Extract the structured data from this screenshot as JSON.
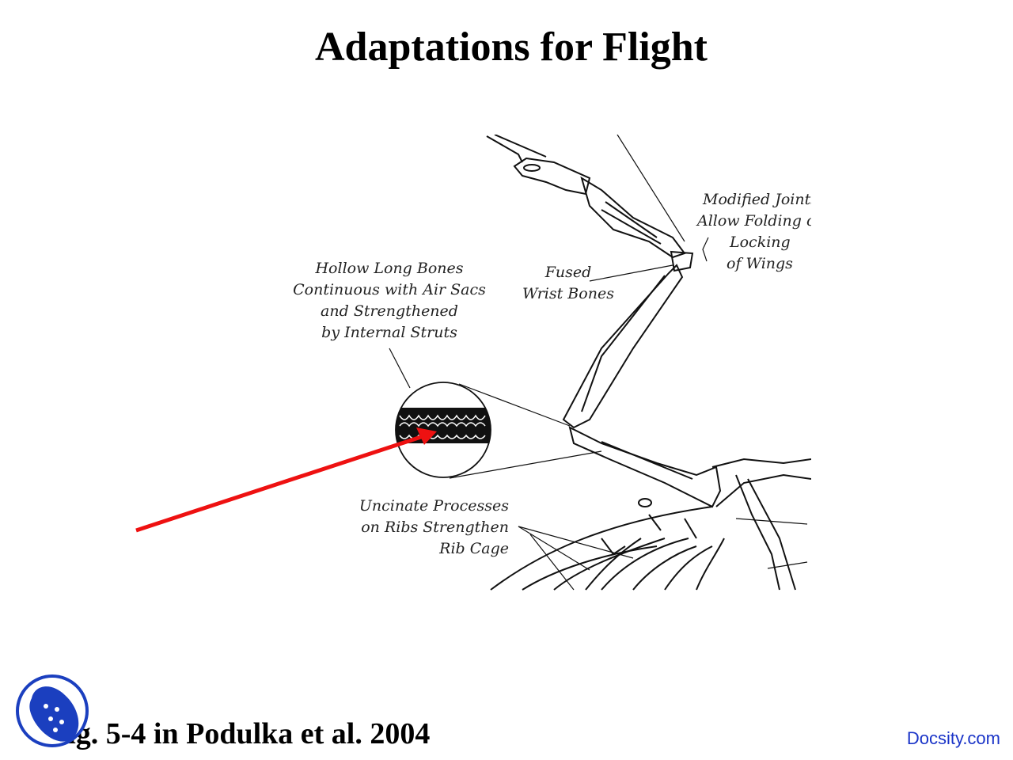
{
  "slide": {
    "title": "Adaptations for Flight",
    "caption": "Fig. 5-4 in Podulka et al. 2004",
    "brand": "Docsity.com"
  },
  "figure": {
    "labels": {
      "hollow_bones": [
        "Hollow Long Bones",
        "Continuous with Air Sacs",
        "and Strengthened",
        "by Internal Struts"
      ],
      "fused_wrist": [
        "Fused",
        "Wrist Bones"
      ],
      "modified_joints": [
        "Modified Joints",
        "Allow Folding o",
        "Locking",
        "of Wings"
      ],
      "uncinate": [
        "Uncinate Processes",
        "on Ribs Strengthen",
        "Rib Cage"
      ]
    }
  },
  "colors": {
    "arrow": "#ee1111",
    "brand": "#1a34c8",
    "logo": "#1b3fbf"
  },
  "icons": {
    "logo": "docsity-logo-icon",
    "arrow": "red-arrow-icon"
  }
}
